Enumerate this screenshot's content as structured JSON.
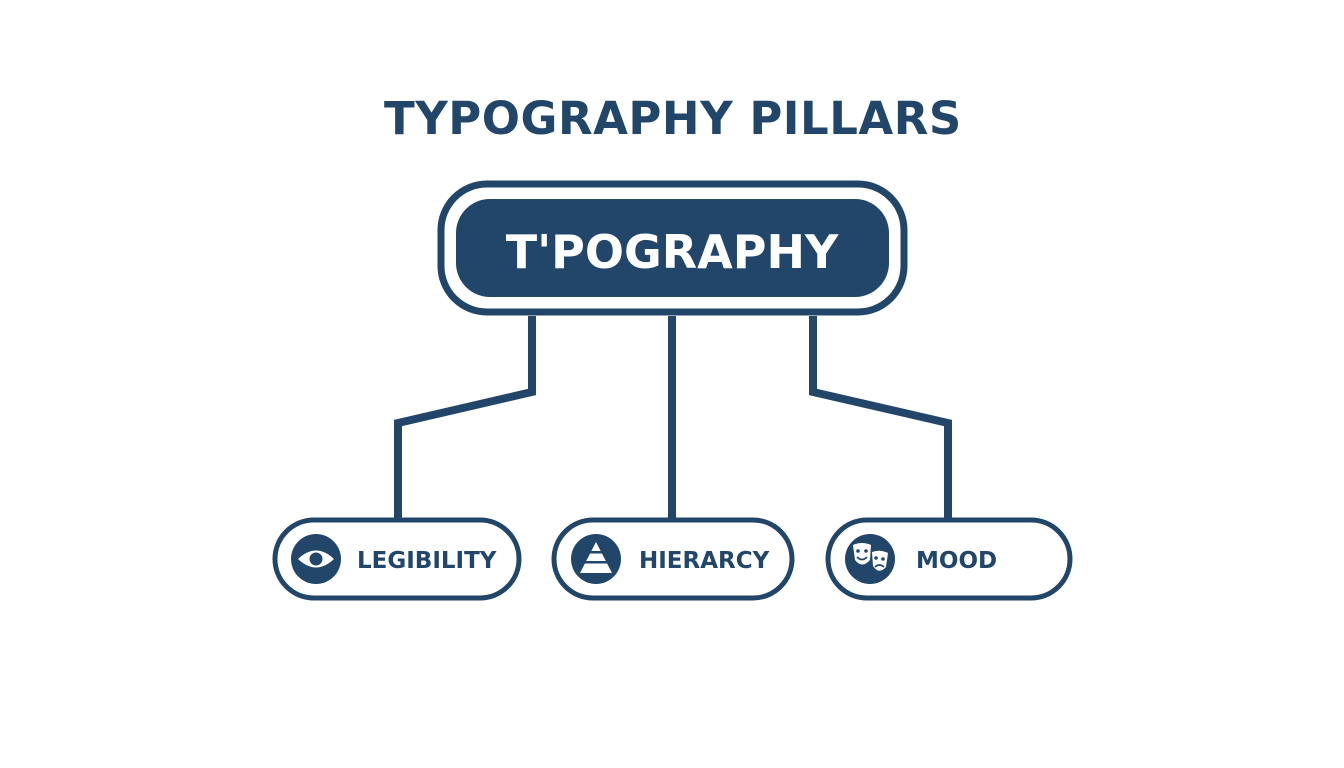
{
  "diagram": {
    "title": "TYPOGRAPHY PILLARS",
    "root": {
      "label": "T'POGRAPHY"
    },
    "children": [
      {
        "label": "LEGIBILITY",
        "icon": "eye-icon"
      },
      {
        "label": "HIERARCY",
        "icon": "pyramid-icon"
      },
      {
        "label": "MOOD",
        "icon": "theater-masks-icon"
      }
    ],
    "colors": {
      "primary": "#22466a",
      "background": "#ffffff"
    }
  }
}
